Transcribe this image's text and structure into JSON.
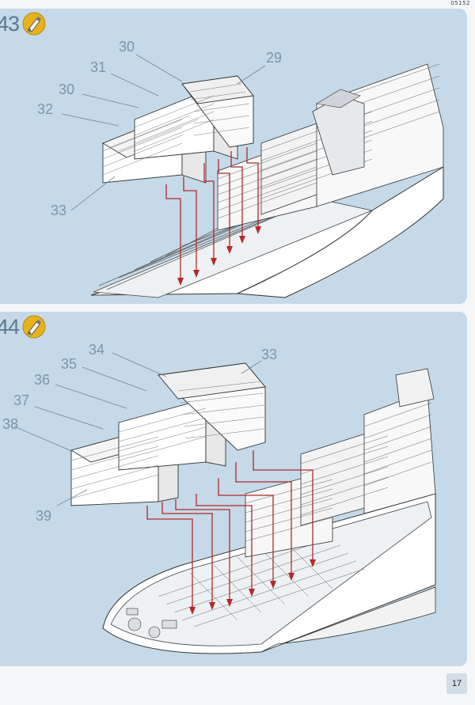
{
  "header": {
    "code": "05152"
  },
  "steps": [
    {
      "number": "43",
      "icon": "glue-icon",
      "callouts": {
        "c30a": "30",
        "c31": "31",
        "c30b": "30",
        "c32": "32",
        "c29": "29",
        "c33": "33"
      }
    },
    {
      "number": "44",
      "icon": "glue-icon",
      "callouts": {
        "c34": "34",
        "c35": "35",
        "c36": "36",
        "c37": "37",
        "c38": "38",
        "c33": "33",
        "c39": "39"
      }
    }
  ],
  "footer": {
    "page_number": "17"
  },
  "colors": {
    "panel": "#c5d9e8",
    "callout": "#7a96ab",
    "arrow": "#b32a2a",
    "hull": "#ffffff",
    "icon": "#e8b21a"
  }
}
